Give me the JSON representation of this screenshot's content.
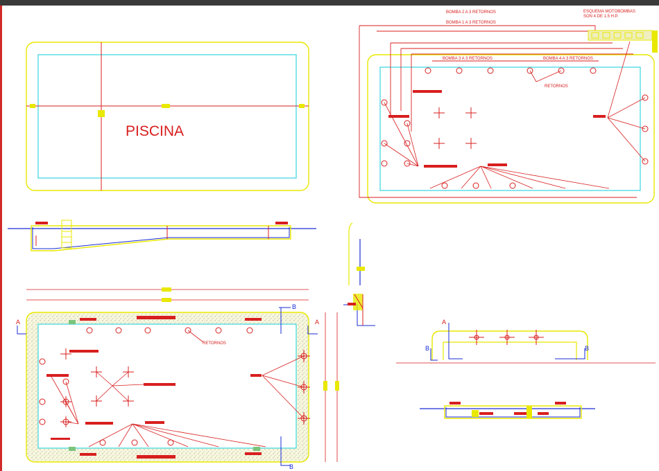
{
  "drawing": {
    "title": "PISCINA",
    "labels": {
      "bomba_2": "BOMBA 2 A 3 RETORNOS",
      "bomba_1": "BOMBA 1 A 3 RETORNOS",
      "bomba_3": "BOMBA 3 A 3 RETORNOS",
      "bomba_4": "BOMBA 4 A 3 RETORNOS",
      "esquema_1": "ESQUEMA MOTOBOMBAS",
      "esquema_2": "SON 4 DE 1.5 H.P.",
      "retornos_1": "RETORNOS",
      "retornos_2": "RETORNOS",
      "sec_a": "A",
      "sec_b": "B"
    }
  },
  "colors": {
    "yellow": "#e8e800",
    "cyan": "#35d6e0",
    "red": "#d81e1e",
    "blue": "#1a2bd6",
    "sand": "#efefc0"
  }
}
